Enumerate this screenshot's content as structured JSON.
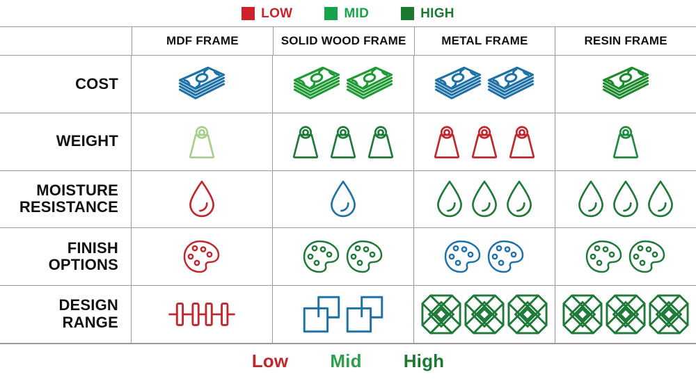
{
  "colors": {
    "low": "#C1272D",
    "mid": "#1F7A3A",
    "high": "#1B7A2E",
    "blue": "#1F72A8",
    "pale_green": "#A9CE8E",
    "grid": "#9a9a9a",
    "text": "#111111"
  },
  "top_legend": {
    "items": [
      {
        "label": "LOW",
        "color": "#CC2229",
        "swatch": "square-swatch"
      },
      {
        "label": "MID",
        "color": "#16A34A",
        "swatch": "square-swatch"
      },
      {
        "label": "HIGH",
        "color": "#1B7A2E",
        "swatch": "square-swatch"
      }
    ]
  },
  "table": {
    "corner_label": "",
    "columns": [
      {
        "label": "MDF FRAME"
      },
      {
        "label": "SOLID WOOD FRAME"
      },
      {
        "label": "METAL FRAME"
      },
      {
        "label": "RESIN FRAME"
      }
    ],
    "rows": [
      {
        "label": "COST",
        "icon": "money-stack-icon",
        "cells": [
          {
            "count": 1,
            "color": "#1F72A8",
            "rating": "mid"
          },
          {
            "count": 2,
            "color": "#1F9A34",
            "rating": "high"
          },
          {
            "count": 2,
            "color": "#1F72A8",
            "rating": "mid"
          },
          {
            "count": 1,
            "color": "#1F8A2E",
            "rating": "high"
          }
        ]
      },
      {
        "label": "WEIGHT",
        "icon": "weight-icon",
        "cells": [
          {
            "count": 1,
            "color": "#A9CE8E",
            "rating": "very-low"
          },
          {
            "count": 3,
            "color": "#1F7A3A",
            "rating": "high"
          },
          {
            "count": 3,
            "color": "#C1272D",
            "rating": "low"
          },
          {
            "count": 1,
            "color": "#1F8A3E",
            "rating": "high"
          }
        ]
      },
      {
        "label": "MOISTURE\nRESISTANCE",
        "icon": "water-drop-icon",
        "cells": [
          {
            "count": 1,
            "color": "#C1272D",
            "rating": "low"
          },
          {
            "count": 1,
            "color": "#1F72A8",
            "rating": "mid"
          },
          {
            "count": 3,
            "color": "#1F7A3A",
            "rating": "high"
          },
          {
            "count": 3,
            "color": "#1F7A3A",
            "rating": "high"
          }
        ]
      },
      {
        "label": "FINISH\nOPTIONS",
        "icon": "paint-palette-icon",
        "cells": [
          {
            "count": 1,
            "color": "#C1272D",
            "rating": "low"
          },
          {
            "count": 2,
            "color": "#1F7A3A",
            "rating": "high"
          },
          {
            "count": 2,
            "color": "#1F72A8",
            "rating": "mid"
          },
          {
            "count": 2,
            "color": "#1F7A3A",
            "rating": "high"
          }
        ]
      },
      {
        "label": "DESIGN\nRANGE",
        "icon": "pattern-icon",
        "cells": [
          {
            "count": 1,
            "color": "#C1272D",
            "rating": "low",
            "icon": "bar-pattern-icon"
          },
          {
            "count": 2,
            "color": "#1F72A8",
            "rating": "mid",
            "icon": "overlap-squares-icon"
          },
          {
            "count": 3,
            "color": "#1F7A3A",
            "rating": "high",
            "icon": "celtic-knot-icon"
          },
          {
            "count": 3,
            "color": "#1F7A3A",
            "rating": "high",
            "icon": "celtic-knot-icon"
          }
        ]
      }
    ]
  },
  "bottom_legend": {
    "items": [
      {
        "label": "Low",
        "color": "#C1272D"
      },
      {
        "label": "Mid",
        "color": "#2E9E4A"
      },
      {
        "label": "High",
        "color": "#1B7A2E"
      }
    ]
  }
}
